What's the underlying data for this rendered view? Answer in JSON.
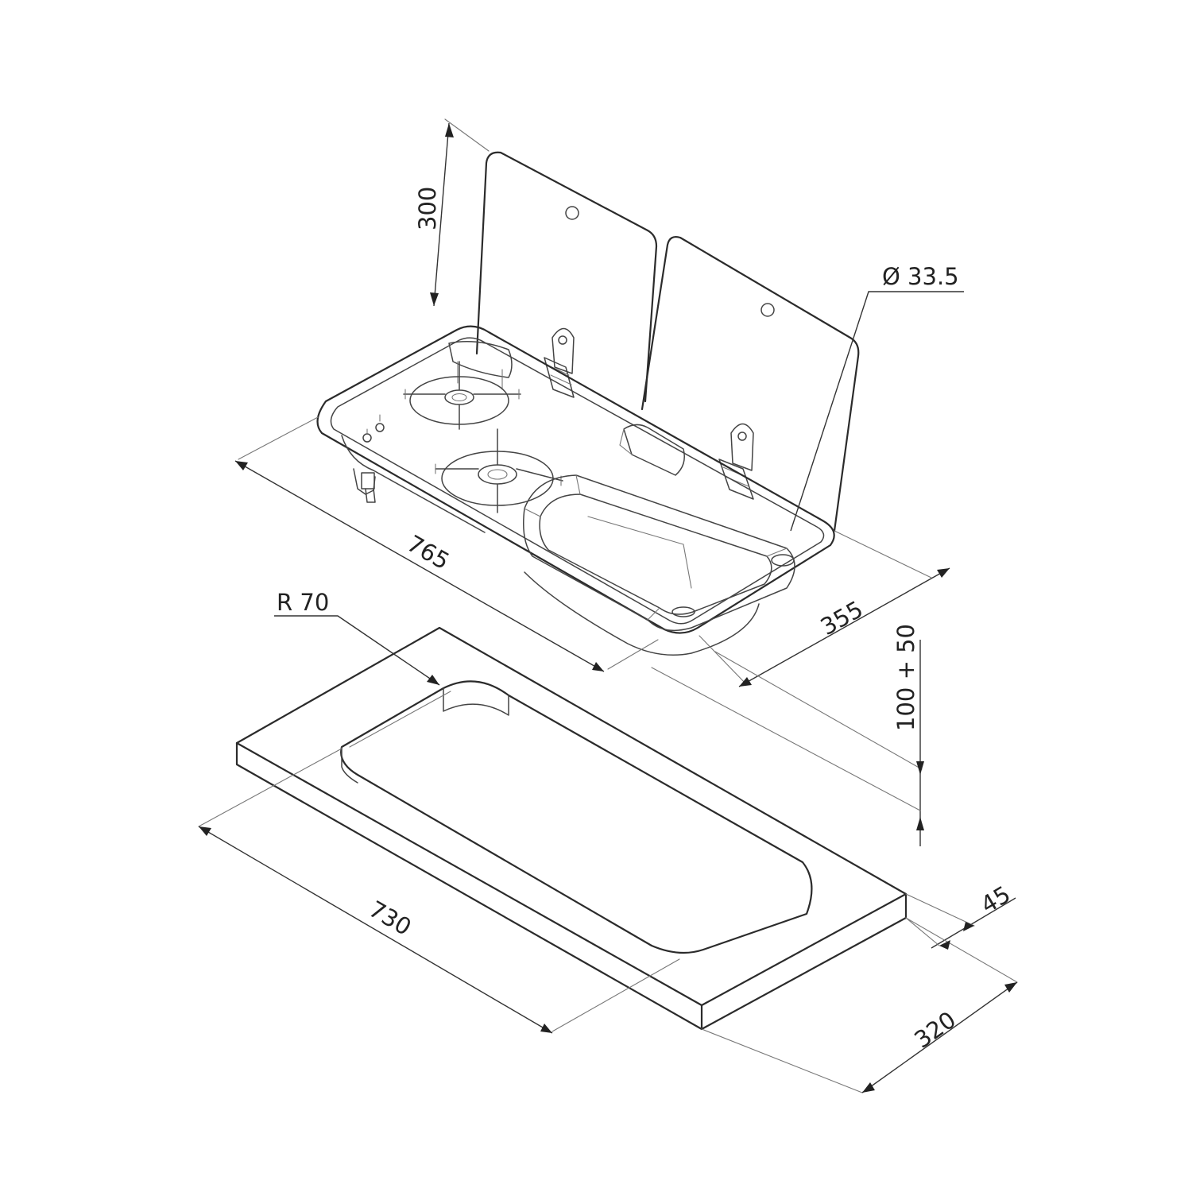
{
  "dimensions": {
    "lid_height": "300",
    "drain_diameter": "Ø 33.5",
    "unit_length": "765",
    "unit_width": "355",
    "cutout_radius": "R 70",
    "cutout_depth": "100 + 50",
    "cutout_length": "730",
    "worktop_thickness": "45",
    "cutout_width": "320"
  }
}
